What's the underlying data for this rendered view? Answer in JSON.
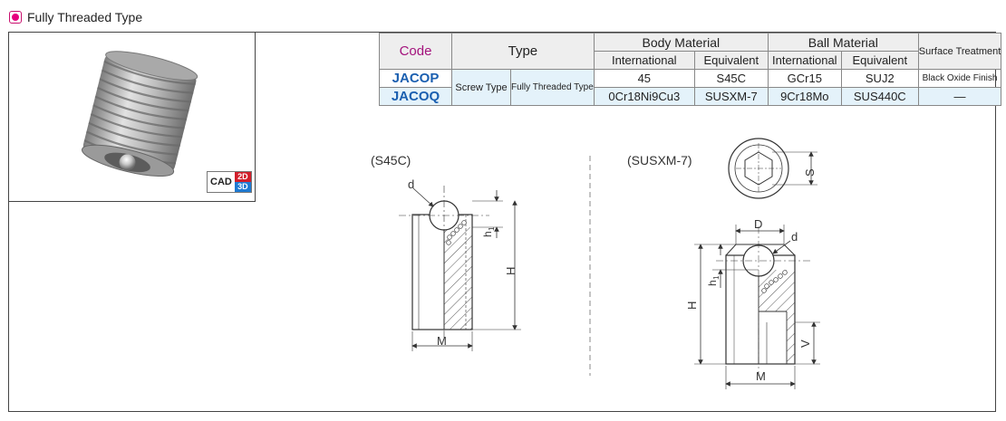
{
  "header": {
    "title": "Fully Threaded Type",
    "marker_color": "#e6007e"
  },
  "cad": {
    "label": "CAD",
    "badge_2d": "2D",
    "badge_3d": "3D"
  },
  "table": {
    "head": {
      "code": "Code",
      "type": "Type",
      "body_material": "Body Material",
      "ball_material": "Ball Material",
      "surface_treatment": "Surface Treatment",
      "international": "International",
      "equivalent": "Equivalent"
    },
    "rows": [
      {
        "code": "JACOP",
        "body_intl": "45",
        "body_equiv": "S45C",
        "ball_intl": "GCr15",
        "ball_equiv": "SUJ2",
        "surface": "Black Oxide Finish"
      },
      {
        "code": "JACOQ",
        "body_intl": "0Cr18Ni9Cu3",
        "body_equiv": "SUSXM-7",
        "ball_intl": "9Cr18Mo",
        "ball_equiv": "SUS440C",
        "surface": "—"
      }
    ],
    "type_main": "Screw Type",
    "type_sub": "Fully Threaded Type",
    "code_color": "#1b5fb0",
    "row_bg": "#e4f2fa"
  },
  "drawing_left": {
    "caption": "(S45C)",
    "labels": {
      "d": "d",
      "h1": "h",
      "h1_sub": "1",
      "H": "H",
      "M": "M"
    }
  },
  "drawing_right": {
    "caption": "(SUSXM-7)",
    "labels": {
      "S": "S",
      "D": "D",
      "d": "d",
      "h1": "h",
      "h1_sub": "1",
      "H": "H",
      "V": "V",
      "M": "M"
    }
  }
}
